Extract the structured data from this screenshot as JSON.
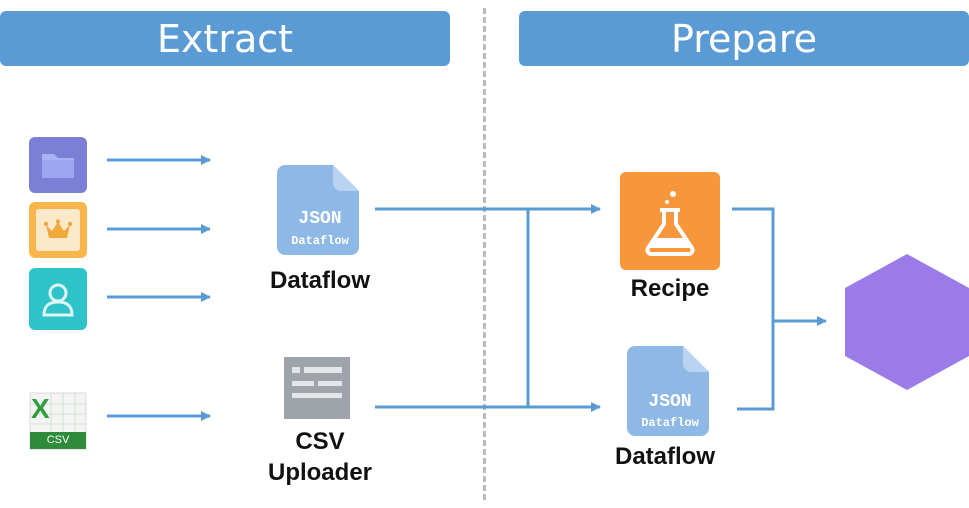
{
  "headers": {
    "extract": "Extract",
    "prepare": "Prepare"
  },
  "sources": [
    {
      "icon": "folder-icon",
      "color": "#7C7FD6"
    },
    {
      "icon": "crown-icon",
      "color": "#F8B64C"
    },
    {
      "icon": "user-icon",
      "color": "#2EC2C9"
    },
    {
      "icon": "excel-csv-icon",
      "badge": "CSV"
    }
  ],
  "extract_nodes": {
    "dataflow": {
      "label": "Dataflow",
      "doc_title": "JSON",
      "doc_subtitle": "Dataflow"
    },
    "csv_uploader": {
      "label_line1": "CSV",
      "label_line2": "Uploader"
    }
  },
  "prepare_nodes": {
    "recipe": {
      "label": "Recipe",
      "color": "#F7963A"
    },
    "dataflow": {
      "label": "Dataflow",
      "doc_title": "JSON",
      "doc_subtitle": "Dataflow"
    },
    "output": {
      "icon": "hexagon-icon",
      "color": "#9B7BE8"
    }
  },
  "colors": {
    "header": "#5B9BD5",
    "arrow": "#5B9BD5",
    "doc": "#8EB8E5",
    "divider": "#BBBBBB"
  }
}
